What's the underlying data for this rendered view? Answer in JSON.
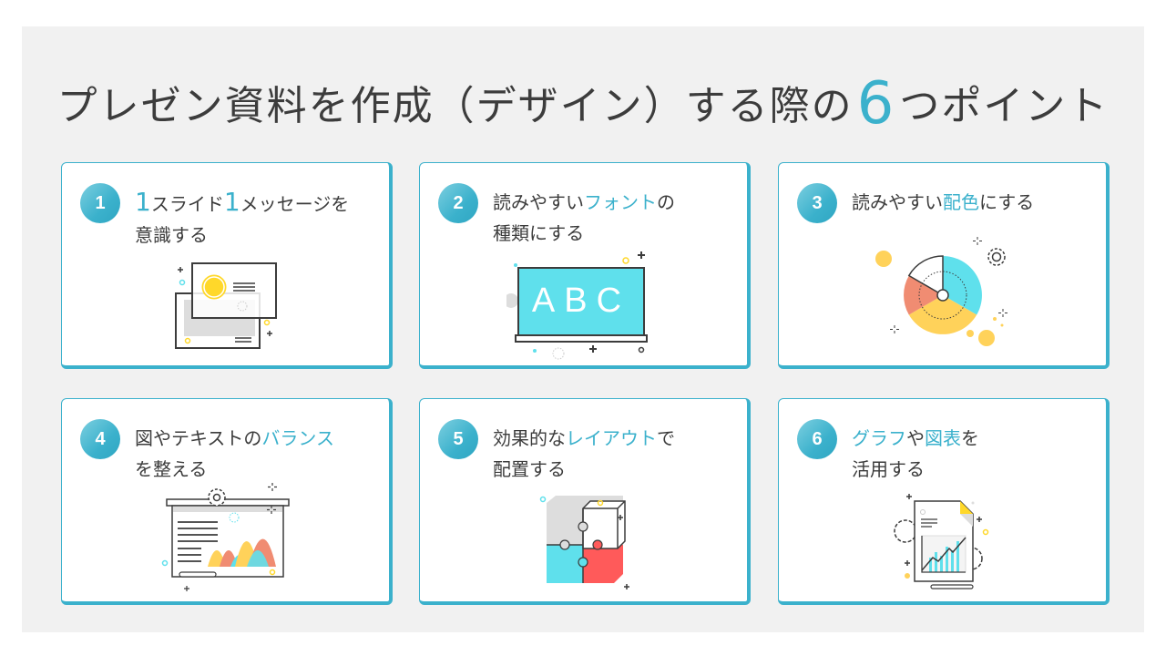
{
  "title": {
    "before": "プレゼン資料を作成（デザイン）する際の",
    "number": "6",
    "after": "つポイント"
  },
  "colors": {
    "accent": "#3bb1cc",
    "text": "#3c3c3c",
    "panel": "#f1f1f1",
    "cyan": "#5fe0ec",
    "yellow": "#ffd25a",
    "salmon": "#f08c72",
    "red": "#ff5a5a",
    "gray": "#dddddd"
  },
  "cards": [
    {
      "number": "1",
      "parts": [
        {
          "t": "1",
          "s": "num"
        },
        {
          "t": "スライド",
          "s": ""
        },
        {
          "t": "1",
          "s": "num"
        },
        {
          "t": "メッセージを",
          "s": ""
        }
      ],
      "line2": "意識する",
      "icon": "slides-icon"
    },
    {
      "number": "2",
      "parts": [
        {
          "t": "読みやすい",
          "s": ""
        },
        {
          "t": "フォント",
          "s": "hl"
        },
        {
          "t": "の",
          "s": ""
        }
      ],
      "line2": "種類にする",
      "icon": "blackboard-abc-icon",
      "board_text": "ABC"
    },
    {
      "number": "3",
      "parts": [
        {
          "t": "読みやすい",
          "s": ""
        },
        {
          "t": "配色",
          "s": "hl"
        },
        {
          "t": "にする",
          "s": ""
        }
      ],
      "line2": "",
      "icon": "color-wheel-icon"
    },
    {
      "number": "4",
      "parts": [
        {
          "t": "図やテキストの",
          "s": ""
        },
        {
          "t": "バランス",
          "s": "hl"
        }
      ],
      "line2": "を整える",
      "icon": "presentation-board-icon"
    },
    {
      "number": "5",
      "parts": [
        {
          "t": "効果的な",
          "s": ""
        },
        {
          "t": "レイアウト",
          "s": "hl"
        },
        {
          "t": "で",
          "s": ""
        }
      ],
      "line2": "配置する",
      "icon": "puzzle-icon"
    },
    {
      "number": "6",
      "parts": [
        {
          "t": "グラフ",
          "s": "hl"
        },
        {
          "t": "や",
          "s": ""
        },
        {
          "t": "図表",
          "s": "hl"
        },
        {
          "t": "を",
          "s": ""
        }
      ],
      "line2": "活用する",
      "icon": "chart-document-icon"
    }
  ]
}
